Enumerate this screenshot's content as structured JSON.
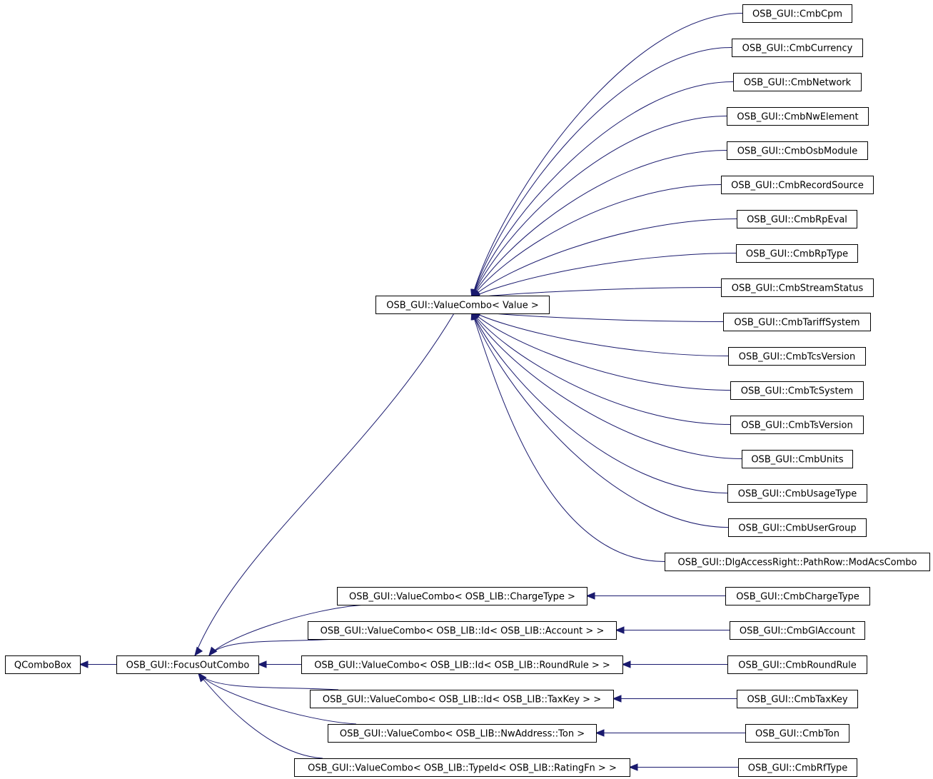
{
  "diagram": {
    "type": "class-inheritance-graph",
    "colors": {
      "edge": "#1a1a6e",
      "box_border": "#000000",
      "background": "#ffffff"
    },
    "nodes": [
      {
        "id": "qcombobox",
        "label": "QComboBox"
      },
      {
        "id": "focusoutcombo",
        "label": "OSB_GUI::FocusOutCombo"
      },
      {
        "id": "vc_value",
        "label": "OSB_GUI::ValueCombo< Value >"
      },
      {
        "id": "cmbcpm",
        "label": "OSB_GUI::CmbCpm"
      },
      {
        "id": "cmbcurrency",
        "label": "OSB_GUI::CmbCurrency"
      },
      {
        "id": "cmbnetwork",
        "label": "OSB_GUI::CmbNetwork"
      },
      {
        "id": "cmbnwelement",
        "label": "OSB_GUI::CmbNwElement"
      },
      {
        "id": "cmbosbmodule",
        "label": "OSB_GUI::CmbOsbModule"
      },
      {
        "id": "cmbrecordsource",
        "label": "OSB_GUI::CmbRecordSource"
      },
      {
        "id": "cmbrpeval",
        "label": "OSB_GUI::CmbRpEval"
      },
      {
        "id": "cmbrptype",
        "label": "OSB_GUI::CmbRpType"
      },
      {
        "id": "cmbstreamstatus",
        "label": "OSB_GUI::CmbStreamStatus"
      },
      {
        "id": "cmbtariffsystem",
        "label": "OSB_GUI::CmbTariffSystem"
      },
      {
        "id": "cmbtcsversion",
        "label": "OSB_GUI::CmbTcsVersion"
      },
      {
        "id": "cmbtcsystem",
        "label": "OSB_GUI::CmbTcSystem"
      },
      {
        "id": "cmbtsversion",
        "label": "OSB_GUI::CmbTsVersion"
      },
      {
        "id": "cmbunits",
        "label": "OSB_GUI::CmbUnits"
      },
      {
        "id": "cmbusagetype",
        "label": "OSB_GUI::CmbUsageType"
      },
      {
        "id": "cmbusergroup",
        "label": "OSB_GUI::CmbUserGroup"
      },
      {
        "id": "modacscombo",
        "label": "OSB_GUI::DlgAccessRight::PathRow::ModAcsCombo"
      },
      {
        "id": "vc_chargetype",
        "label": "OSB_GUI::ValueCombo< OSB_LIB::ChargeType >"
      },
      {
        "id": "cmbchargetype",
        "label": "OSB_GUI::CmbChargeType"
      },
      {
        "id": "vc_account",
        "label": "OSB_GUI::ValueCombo< OSB_LIB::Id< OSB_LIB::Account > >"
      },
      {
        "id": "cmbglaccount",
        "label": "OSB_GUI::CmbGlAccount"
      },
      {
        "id": "vc_roundrule",
        "label": "OSB_GUI::ValueCombo< OSB_LIB::Id< OSB_LIB::RoundRule > >"
      },
      {
        "id": "cmbroundrule",
        "label": "OSB_GUI::CmbRoundRule"
      },
      {
        "id": "vc_taxkey",
        "label": "OSB_GUI::ValueCombo< OSB_LIB::Id< OSB_LIB::TaxKey > >"
      },
      {
        "id": "cmbtaxkey",
        "label": "OSB_GUI::CmbTaxKey"
      },
      {
        "id": "vc_ton",
        "label": "OSB_GUI::ValueCombo< OSB_LIB::NwAddress::Ton >"
      },
      {
        "id": "cmbton",
        "label": "OSB_GUI::CmbTon"
      },
      {
        "id": "vc_ratingfn",
        "label": "OSB_GUI::ValueCombo< OSB_LIB::TypeId< OSB_LIB::RatingFn > >"
      },
      {
        "id": "cmbrftype",
        "label": "OSB_GUI::CmbRfType"
      }
    ],
    "edges": [
      {
        "from": "focusoutcombo",
        "to": "qcombobox"
      },
      {
        "from": "vc_value",
        "to": "focusoutcombo"
      },
      {
        "from": "cmbcpm",
        "to": "vc_value"
      },
      {
        "from": "cmbcurrency",
        "to": "vc_value"
      },
      {
        "from": "cmbnetwork",
        "to": "vc_value"
      },
      {
        "from": "cmbnwelement",
        "to": "vc_value"
      },
      {
        "from": "cmbosbmodule",
        "to": "vc_value"
      },
      {
        "from": "cmbrecordsource",
        "to": "vc_value"
      },
      {
        "from": "cmbrpeval",
        "to": "vc_value"
      },
      {
        "from": "cmbrptype",
        "to": "vc_value"
      },
      {
        "from": "cmbstreamstatus",
        "to": "vc_value"
      },
      {
        "from": "cmbtariffsystem",
        "to": "vc_value"
      },
      {
        "from": "cmbtcsversion",
        "to": "vc_value"
      },
      {
        "from": "cmbtcsystem",
        "to": "vc_value"
      },
      {
        "from": "cmbtsversion",
        "to": "vc_value"
      },
      {
        "from": "cmbunits",
        "to": "vc_value"
      },
      {
        "from": "cmbusagetype",
        "to": "vc_value"
      },
      {
        "from": "cmbusergroup",
        "to": "vc_value"
      },
      {
        "from": "modacscombo",
        "to": "vc_value"
      },
      {
        "from": "vc_chargetype",
        "to": "focusoutcombo"
      },
      {
        "from": "cmbchargetype",
        "to": "vc_chargetype"
      },
      {
        "from": "vc_account",
        "to": "focusoutcombo"
      },
      {
        "from": "cmbglaccount",
        "to": "vc_account"
      },
      {
        "from": "vc_roundrule",
        "to": "focusoutcombo"
      },
      {
        "from": "cmbroundrule",
        "to": "vc_roundrule"
      },
      {
        "from": "vc_taxkey",
        "to": "focusoutcombo"
      },
      {
        "from": "cmbtaxkey",
        "to": "vc_taxkey"
      },
      {
        "from": "vc_ton",
        "to": "focusoutcombo"
      },
      {
        "from": "cmbton",
        "to": "vc_ton"
      },
      {
        "from": "vc_ratingfn",
        "to": "focusoutcombo"
      },
      {
        "from": "cmbrftype",
        "to": "vc_ratingfn"
      }
    ]
  }
}
